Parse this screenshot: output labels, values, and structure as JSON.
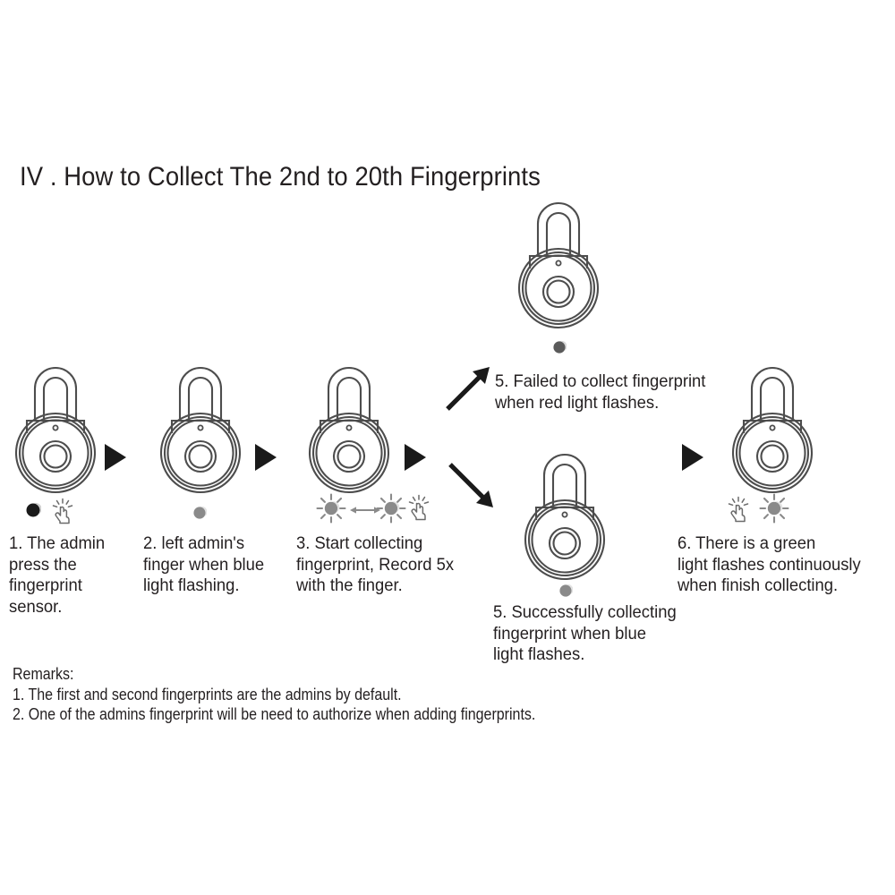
{
  "page": {
    "title": "IV . How to Collect The 2nd to 20th Fingerprints",
    "background_color": "#ffffff",
    "ink_color": "#231f20",
    "line_color": "#4d4d4d",
    "led_grey": "#8a8a8a",
    "arrow_black": "#1a1a1a"
  },
  "steps": [
    {
      "id": "step-1",
      "number": "1",
      "caption": "1. The admin\n  press the\nfingerprint\nsensor.",
      "indicators": [
        "led-dark-dot",
        "hand-tap-icon"
      ]
    },
    {
      "id": "step-2",
      "number": "2",
      "caption": "2. left admin's\nfinger when blue\nlight flashing.",
      "indicators": [
        "led-grey-dot"
      ]
    },
    {
      "id": "step-3",
      "number": "3",
      "caption": "3. Start collecting\nfingerprint, Record 5x\nwith the finger.",
      "indicators": [
        "led-flashing-icon",
        "double-arrow-icon",
        "led-flashing-icon",
        "hand-tap-icon"
      ]
    },
    {
      "id": "step-5-failed",
      "number": "5",
      "caption": "5. Failed to collect fingerprint\nwhen red light flashes.",
      "indicators": [
        "led-dark-dot"
      ],
      "branch": "failure",
      "branch_arrow": "arrow-up-right"
    },
    {
      "id": "step-5-success",
      "number": "5",
      "caption": "5. Successfully collecting\nfingerprint when blue\nlight flashes.",
      "indicators": [
        "led-grey-dot"
      ],
      "branch": "success",
      "branch_arrow": "arrow-down-right"
    },
    {
      "id": "step-6",
      "number": "6",
      "caption": "6. There is a  green\nlight flashes continuously\nwhen finish collecting.",
      "indicators": [
        "hand-tap-icon",
        "led-flashing-icon"
      ]
    }
  ],
  "remarks": {
    "heading": "Remarks:",
    "items": [
      "1. The first and second fingerprints are the admins by default.",
      "2. One of the admins fingerprint will be need to authorize when adding fingerprints."
    ],
    "text": "Remarks:\n1. The first and second fingerprints are the admins by default.\n2. One of the admins fingerprint will be need to authorize when adding fingerprints."
  }
}
